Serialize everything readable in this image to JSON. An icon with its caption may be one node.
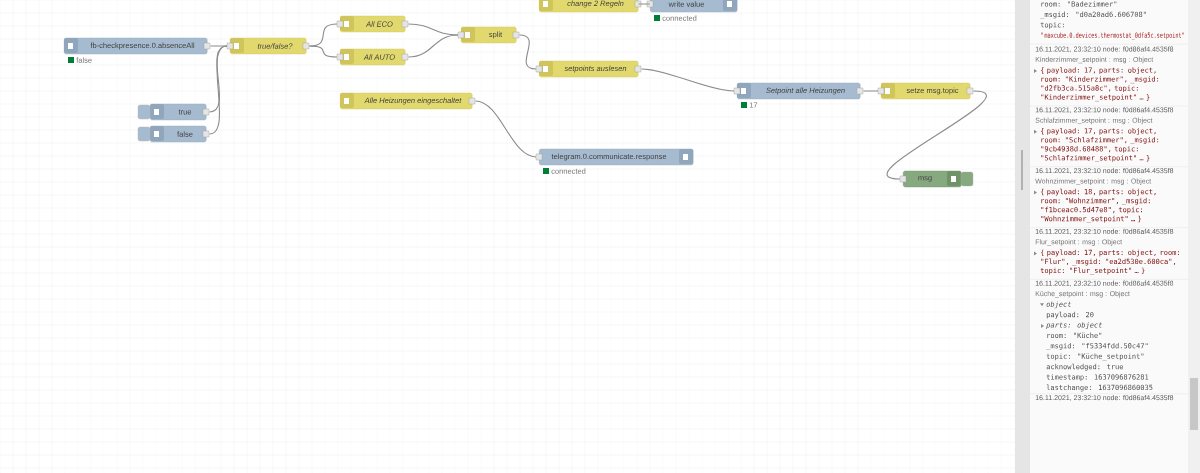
{
  "diagram": {
    "nodes": [
      {
        "text": [
          "fb-checkpresence.0.absenceAll"
        ],
        "beside": [
          "false"
        ]
      },
      {
        "text": [
          "true/false?"
        ]
      },
      {
        "text": [
          "All ECO"
        ]
      },
      {
        "text": [
          "All AUTO"
        ]
      },
      {
        "text": [
          "split"
        ]
      },
      {
        "text": [
          "true"
        ]
      },
      {
        "text": [
          "false"
        ]
      },
      {
        "text": [
          "Alle Heizungen eingeschaltet"
        ]
      },
      {
        "text": [
          "change 2 Regeln"
        ]
      },
      {
        "text": [
          "write value"
        ],
        "beside": [
          "connected"
        ]
      },
      {
        "text": [
          "setpoints auslesen"
        ]
      },
      {
        "text": [
          "Setpoint alle Heizungen"
        ],
        "beside": [
          "17"
        ]
      },
      {
        "text": [
          "setze msg.topic"
        ]
      },
      {
        "text": [
          "telegram.0.communicate.response"
        ],
        "beside": [
          "connected"
        ]
      },
      {
        "text": [
          "msg"
        ]
      }
    ],
    "edges": [
      {
        "from": 0,
        "to": 1,
        "arrow": "none"
      },
      {
        "from": 5,
        "to": 1,
        "arrow": "none"
      },
      {
        "from": 6,
        "to": 1,
        "arrow": "none"
      },
      {
        "from": 1,
        "to": 2,
        "arrow": "none"
      },
      {
        "from": 1,
        "to": 3,
        "arrow": "none"
      },
      {
        "from": 2,
        "to": 4,
        "arrow": "none"
      },
      {
        "from": 3,
        "to": 4,
        "arrow": "none"
      },
      {
        "from": 8,
        "to": 9,
        "arrow": "none"
      },
      {
        "from": 4,
        "to": 10,
        "arrow": "none"
      },
      {
        "from": 10,
        "to": 11,
        "arrow": "none"
      },
      {
        "from": 11,
        "to": 12,
        "arrow": "none"
      },
      {
        "from": 12,
        "to": 14,
        "arrow": "none"
      },
      {
        "from": 7,
        "to": 13,
        "arrow": "none"
      }
    ],
    "labels": [
      "room: \"Badezimmer\"",
      "_msgid: \"d0a20ad6.606708\"",
      "topic:",
      "\"maxcube.0.devices.thermostat_0dfa5c.setpoint\"",
      "16.11.2021, 23:32:10 node: f0d86af4.4535f8",
      "Kinderzimmer_setpoint : msg : Object",
      "{ payload: 17, parts: object, room: \"Kinderzimmer\", _msgid: \"d2fb3ca.515a8c\", topic: \"Kinderzimmer_setpoint\" … }",
      "16.11.2021, 23:32:10 node: f0d86af4.4535f8",
      "Schlafzimmer_setpoint : msg : Object",
      "{ payload: 17, parts: object, room: \"Schlafzimmer\", _msgid: \"9cb4938d.68488\", topic: \"Schlafzimmer_setpoint\" … }",
      "16.11.2021, 23:32:10 node: f0d86af4.4535f8",
      "Wohnzimmer_setpoint : msg : Object",
      "{ payload: 18, parts: object, room: \"Wohnzimmer\", _msgid: \"f1bceac0.5d47e8\", topic: \"Wohnzimmer_setpoint\" … }",
      "16.11.2021, 23:32:10 node: f0d86af4.4535f8",
      "Flur_setpoint : msg : Object",
      "{ payload: 17, parts: object, room: \"Flur\", _msgid: \"ea2d530e.600ca\", topic: \"Flur_setpoint\" … }",
      "16.11.2021, 23:32:10 node: f0d86af4.4535f8",
      "Küche_setpoint : msg : Object",
      "object",
      "payload: 20",
      "parts: object",
      "room: \"Küche\"",
      "_msgid: \"f5334fdd.50c47\"",
      "topic: \"Küche_setpoint\"",
      "acknowledged: true",
      "timestamp: 1637096876281",
      "lastchange: 1637096860035",
      "16.11.2021, 23:32:10 node: f0d86af4.4535f8"
    ]
  }
}
